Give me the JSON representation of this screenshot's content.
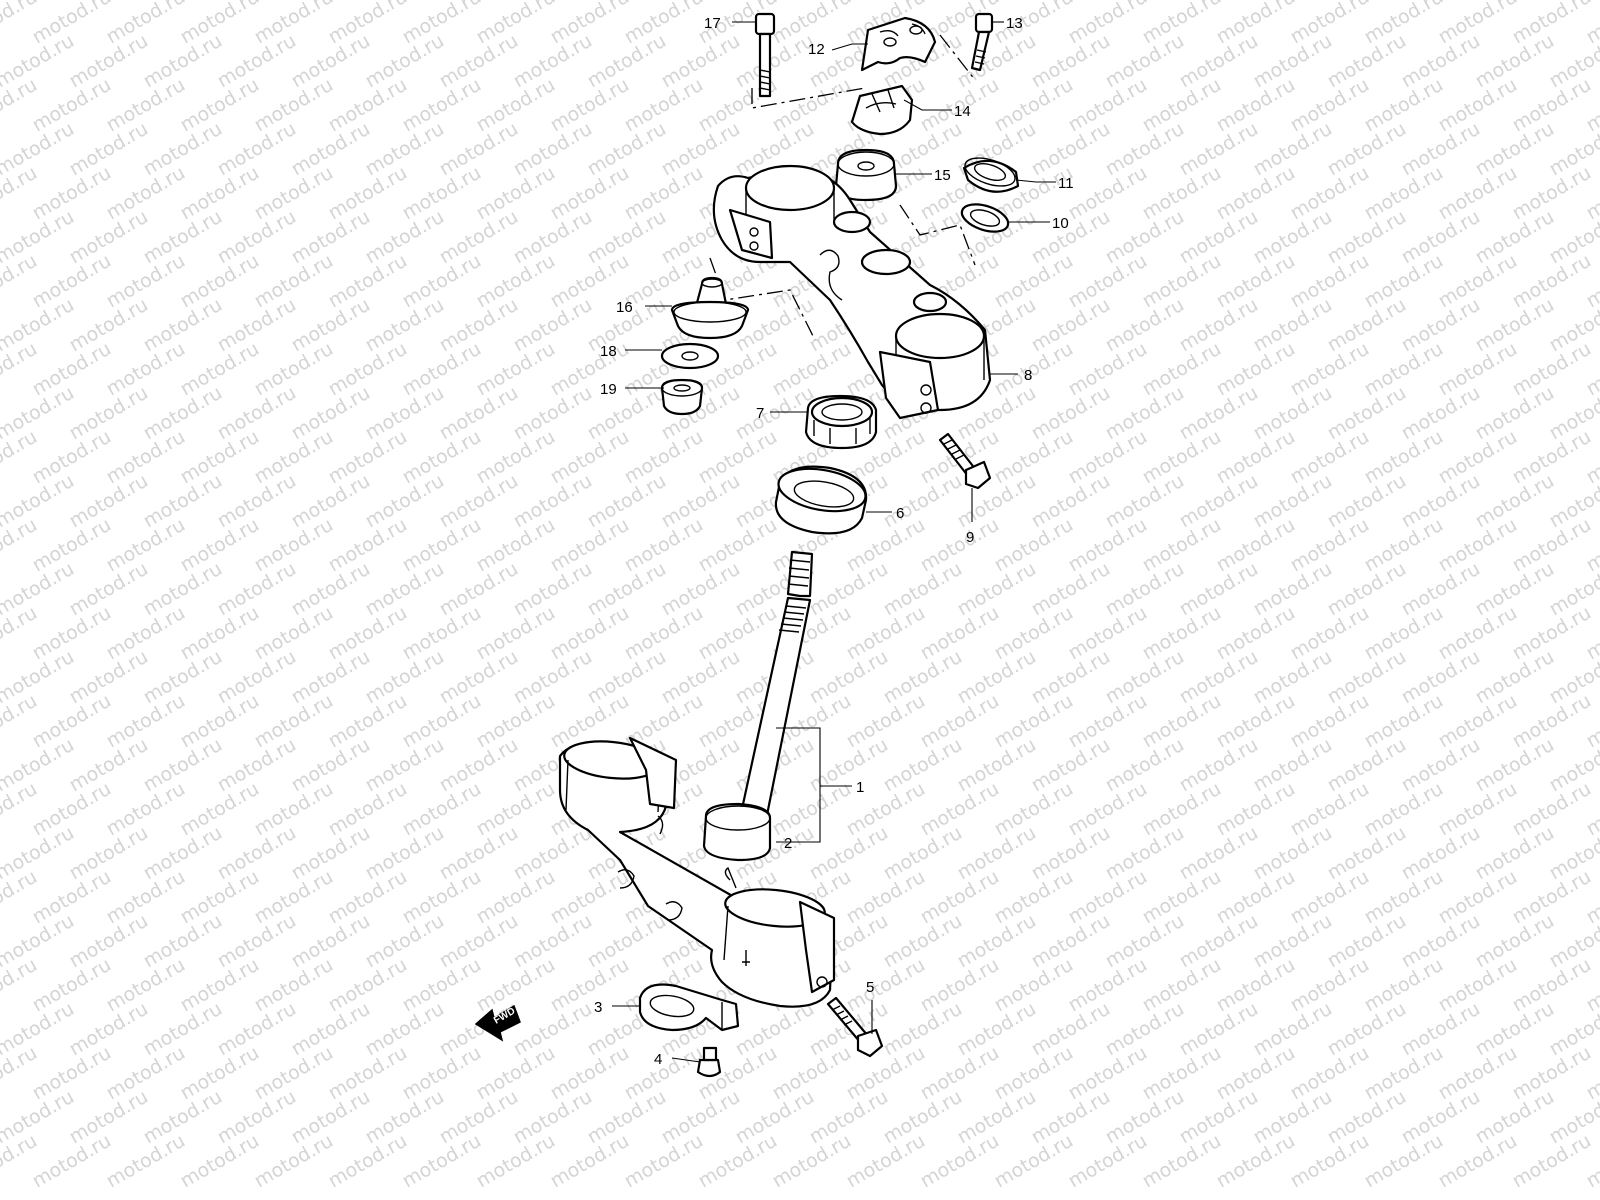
{
  "watermark": "motod.ru",
  "fwd_label": "FWD",
  "callouts": [
    {
      "id": "17",
      "label": "17"
    },
    {
      "id": "12",
      "label": "12"
    },
    {
      "id": "13",
      "label": "13"
    },
    {
      "id": "14",
      "label": "14"
    },
    {
      "id": "15",
      "label": "15"
    },
    {
      "id": "11",
      "label": "11"
    },
    {
      "id": "10",
      "label": "10"
    },
    {
      "id": "16",
      "label": "16"
    },
    {
      "id": "18",
      "label": "18"
    },
    {
      "id": "19",
      "label": "19"
    },
    {
      "id": "8",
      "label": "8"
    },
    {
      "id": "7",
      "label": "7"
    },
    {
      "id": "9",
      "label": "9"
    },
    {
      "id": "6",
      "label": "6"
    },
    {
      "id": "1",
      "label": "1"
    },
    {
      "id": "2",
      "label": "2"
    },
    {
      "id": "3",
      "label": "3"
    },
    {
      "id": "4",
      "label": "4"
    },
    {
      "id": "5",
      "label": "5"
    }
  ]
}
